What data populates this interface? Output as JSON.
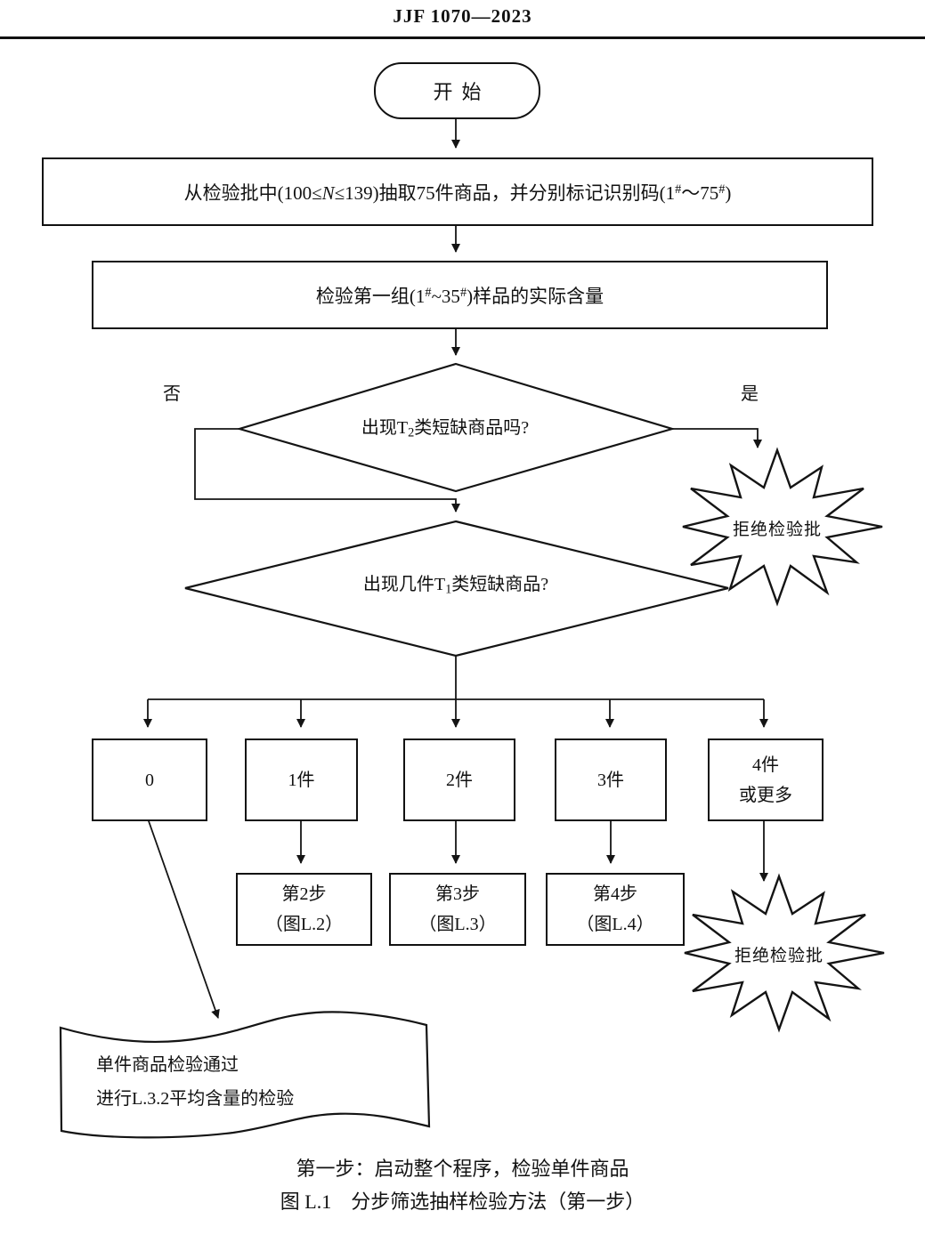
{
  "header": {
    "doc_number": "JJF 1070—2023"
  },
  "flow": {
    "start_label": "开始",
    "step1": {
      "pre": "从检验批中(100≤",
      "var": "N",
      "mid": "≤139)抽取75件商品，并分别标记识别码(1",
      "sup1": "#",
      "mid2": "～75",
      "sup2": "#",
      "post": ")"
    },
    "step2": {
      "pre": "检验第一组(1",
      "sup1": "#",
      "mid": "~35",
      "sup2": "#",
      "post": ")样品的实际含量"
    },
    "decision1": {
      "pre": "出现T",
      "sub": "2",
      "post": "类短缺商品吗?"
    },
    "no_label": "否",
    "yes_label": "是",
    "reject1_label": "拒绝检验批",
    "decision2": {
      "pre": "出现几件T",
      "sub": "1",
      "post": "类短缺商品?"
    },
    "branch_boxes": [
      {
        "line1": "0"
      },
      {
        "line1": "1件"
      },
      {
        "line1": "2件"
      },
      {
        "line1": "3件"
      },
      {
        "line1": "4件",
        "line2": "或更多"
      }
    ],
    "step_boxes": [
      {
        "line1": "第2步",
        "line2": "（图L.2）"
      },
      {
        "line1": "第3步",
        "line2": "（图L.3）"
      },
      {
        "line1": "第4步",
        "line2": "（图L.4）"
      }
    ],
    "reject2_label": "拒绝检验批",
    "document": {
      "line1": "单件商品检验通过",
      "line2": "进行L.3.2平均含量的检验"
    }
  },
  "captions": {
    "note": "第一步：启动整个程序，检验单件商品",
    "figure": "图 L.1　分步筛选抽样检验方法（第一步）"
  }
}
